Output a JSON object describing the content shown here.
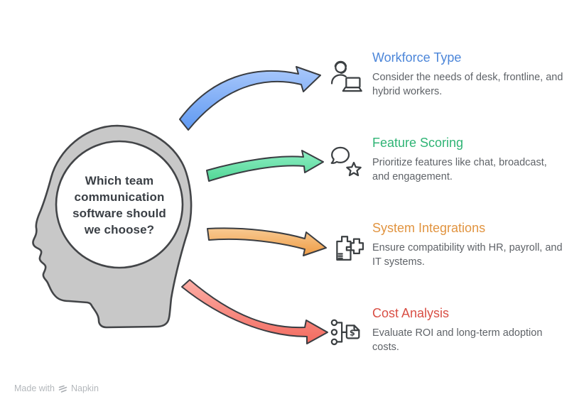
{
  "palette": {
    "background": "#ffffff",
    "head_fill": "#c8c8c8",
    "head_outline": "#434548",
    "text_dark": "#3a3f45",
    "text_muted": "#5f6368",
    "footer_text": "#b4b8bc"
  },
  "head": {
    "question": "Which team communication software should we choose?",
    "question_lines": [
      "Which team",
      "communication",
      "software should",
      "we choose?"
    ]
  },
  "items": [
    {
      "title": "Workforce Type",
      "description": "Consider the needs of desk, frontline, and hybrid workers.",
      "title_color": "#4c86d9",
      "arrow_light": "#a9c8fb",
      "arrow_dark": "#5f99f2",
      "icon": "agent-with-laptop-icon"
    },
    {
      "title": "Feature Scoring",
      "description": "Prioritize features like chat, broadcast, and engagement.",
      "title_color": "#2fb475",
      "arrow_light": "#8feec4",
      "arrow_dark": "#50d695",
      "icon": "chat-bubble-star-icon"
    },
    {
      "title": "System Integrations",
      "description": "Ensure compatibility with HR, payroll, and IT systems.",
      "title_color": "#e19440",
      "arrow_light": "#f8ca92",
      "arrow_dark": "#ef9c45",
      "icon": "integration-blocks-icon"
    },
    {
      "title": "Cost Analysis",
      "description": "Evaluate ROI and long-term adoption costs.",
      "title_color": "#d94f45",
      "arrow_light": "#fcaea6",
      "arrow_dark": "#f36a5f",
      "icon": "decision-tree-price-tag-icon"
    }
  ],
  "footer": {
    "made_with": "Made with",
    "brand": "Napkin"
  }
}
